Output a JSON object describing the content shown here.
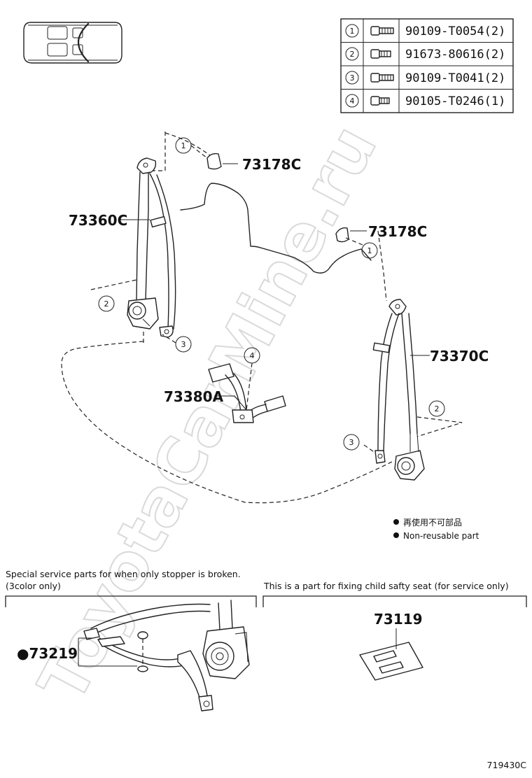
{
  "parts_table": [
    {
      "ref": "1",
      "part": "90109-T0054(2)"
    },
    {
      "ref": "2",
      "part": "91673-80616(2)"
    },
    {
      "ref": "3",
      "part": "90109-T0041(2)"
    },
    {
      "ref": "4",
      "part": "90105-T0246(1)"
    }
  ],
  "labels": {
    "anchor_cover_left": "73178C",
    "belt_left": "73360C",
    "anchor_cover_right": "73178C",
    "belt_right": "73370C",
    "center_buckle": "73380A",
    "stopper": "●73219",
    "child_seat_part": "73119"
  },
  "callouts": {
    "left_top": "1",
    "left_mid": "2",
    "left_bottom": "3",
    "buckle": "4",
    "right_top": "1",
    "right_mid": "2",
    "right_bottom": "3"
  },
  "legend": {
    "line1": "再使用不可部品",
    "line2": "Non-reusable part"
  },
  "notes": {
    "stopper_line1": "Special service parts for when only stopper is broken.",
    "stopper_line2": "(3color only)",
    "child_seat": "This is a part for fixing child safty seat (for service only)"
  },
  "drawing_no": "719430C",
  "watermark": "ToyotaCarMine.ru"
}
